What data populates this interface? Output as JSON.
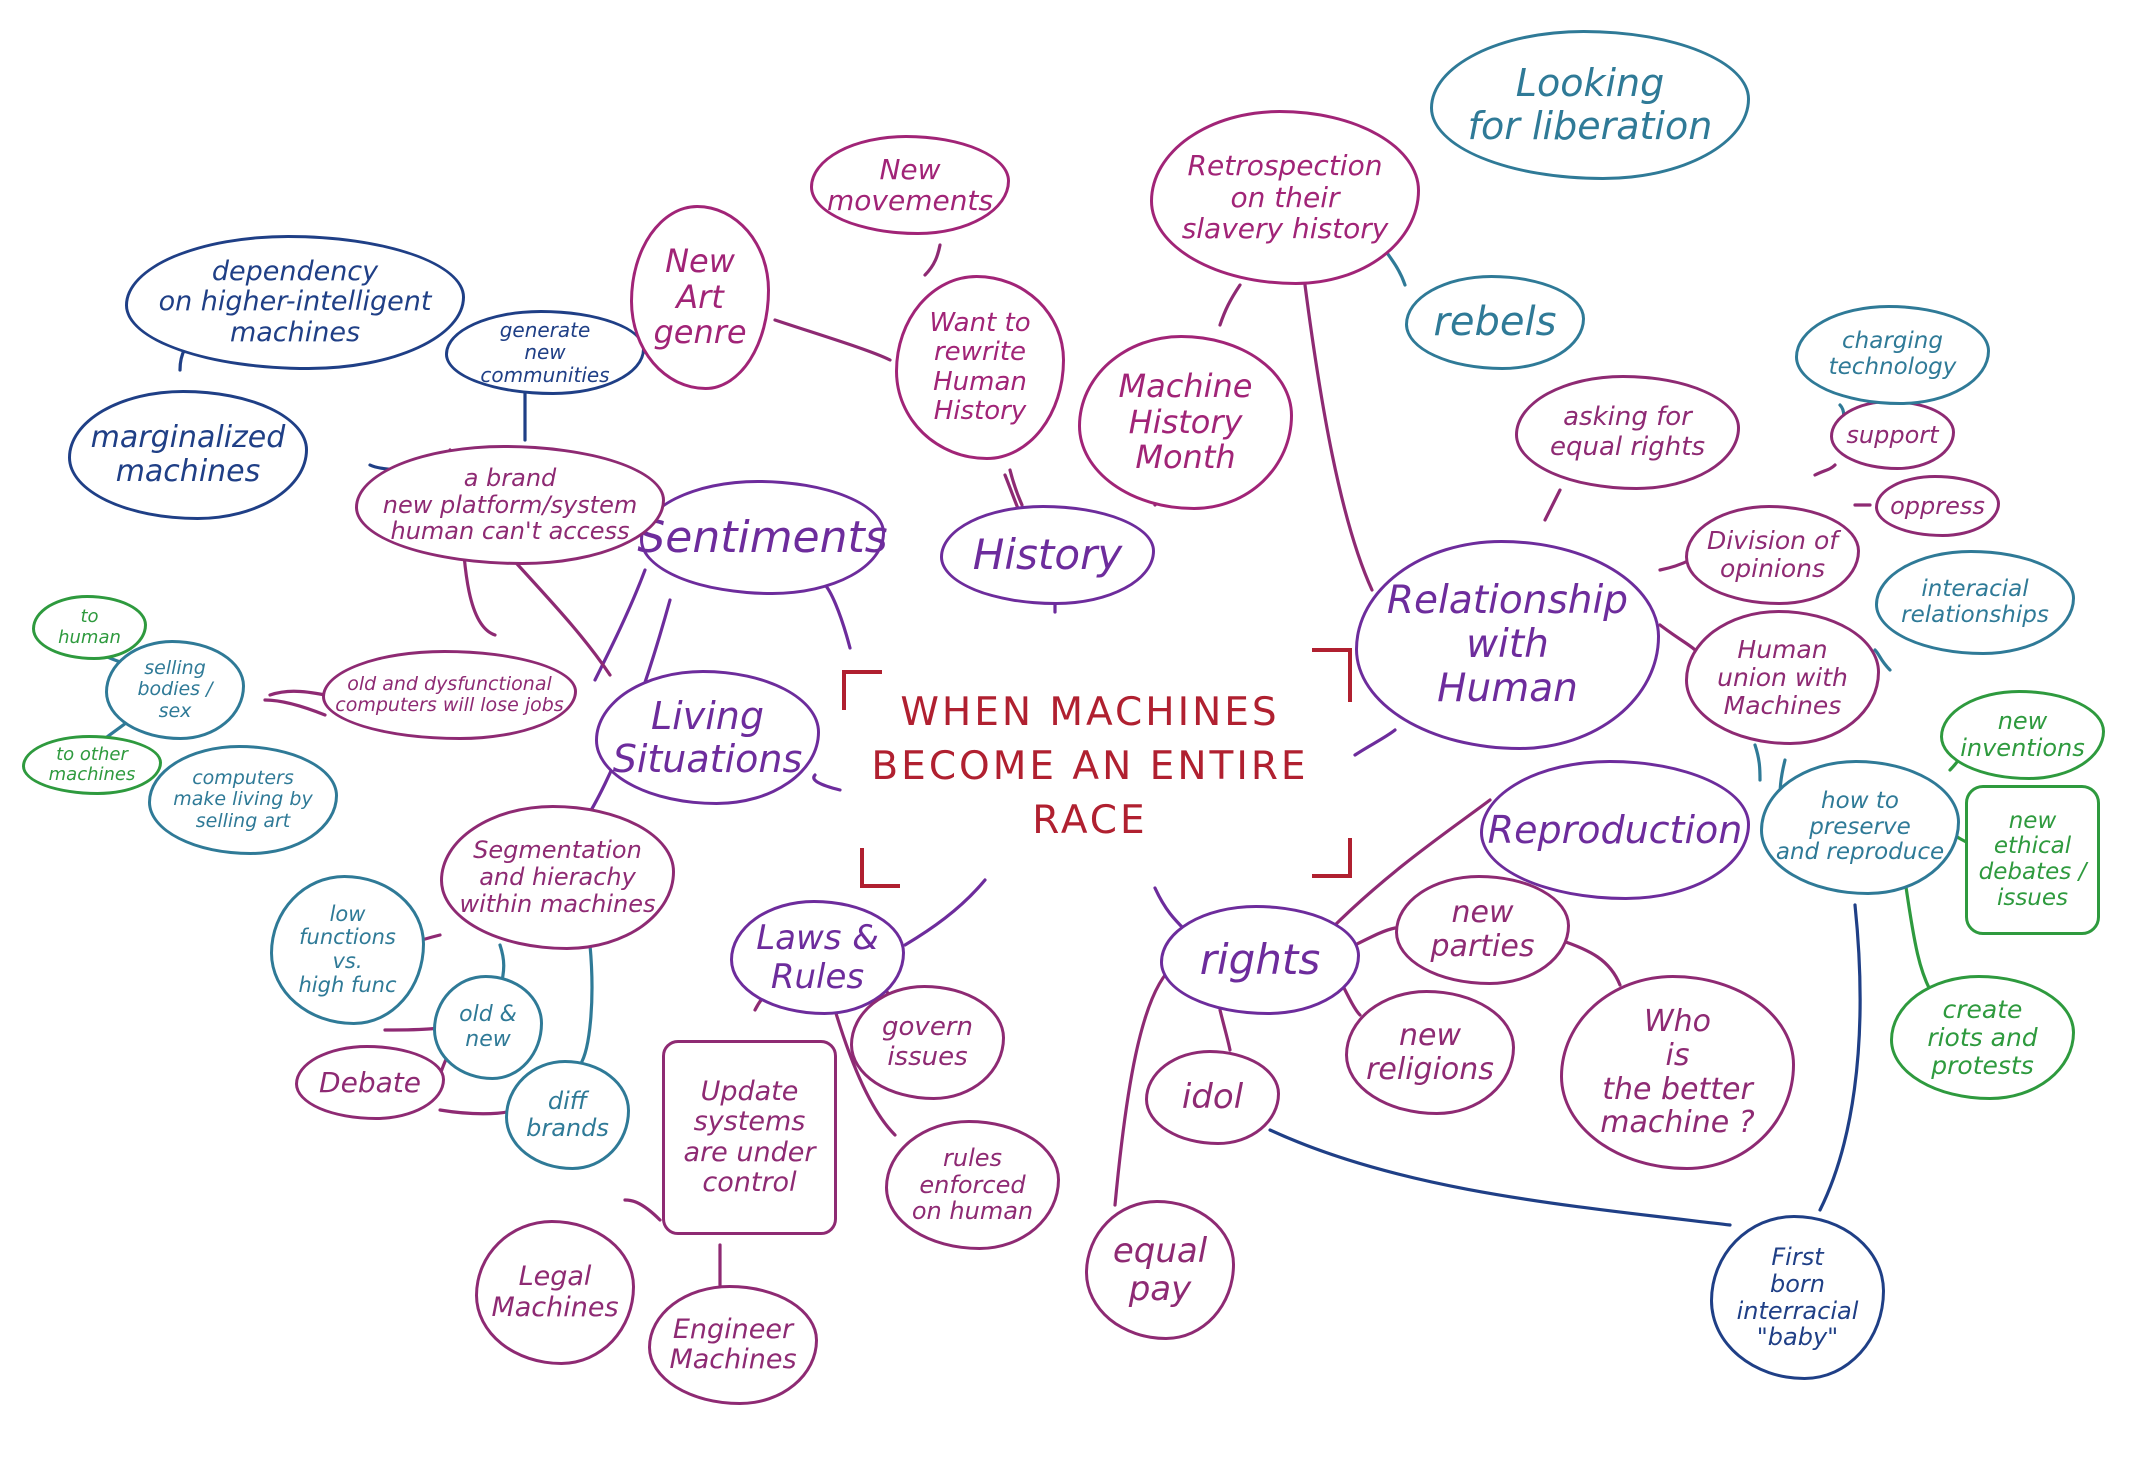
{
  "title": "WHEN MACHINES\nBECOME AN ENTIRE\nRACE",
  "colors": {
    "title": "#b02030",
    "navy": "#1f3f86",
    "teal": "#2f7a97",
    "green": "#2e9a3e",
    "purple": "#6d2c9c",
    "magenta": "#a12477",
    "plum": "#8e2a73"
  },
  "nodes": [
    {
      "id": "sentiments",
      "label": "Sentiments",
      "color": "purple"
    },
    {
      "id": "history",
      "label": "History",
      "color": "purple"
    },
    {
      "id": "living",
      "label": "Living\nSituations",
      "color": "purple"
    },
    {
      "id": "laws",
      "label": "Laws &\nRules",
      "color": "purple"
    },
    {
      "id": "rights",
      "label": "rights",
      "color": "purple"
    },
    {
      "id": "relationship",
      "label": "Relationship\nwith\nHuman",
      "color": "purple"
    },
    {
      "id": "reproduction",
      "label": "Reproduction",
      "color": "purple"
    },
    {
      "id": "dependency",
      "label": "dependency\non higher-intelligent\nmachines",
      "color": "navy"
    },
    {
      "id": "marginalized",
      "label": "marginalized\nmachines",
      "color": "navy"
    },
    {
      "id": "generate",
      "label": "generate\nnew communities",
      "color": "navy"
    },
    {
      "id": "platform",
      "label": "a brand\nnew platform/system\nhuman can't access",
      "color": "plum"
    },
    {
      "id": "newart",
      "label": "New\nArt\ngenre",
      "color": "magenta"
    },
    {
      "id": "newmovements",
      "label": "New\nmovements",
      "color": "magenta"
    },
    {
      "id": "rewrite",
      "label": "Want to\nrewrite\nHuman\nHistory",
      "color": "magenta"
    },
    {
      "id": "retrospection",
      "label": "Retrospection\non their\nslavery history",
      "color": "magenta"
    },
    {
      "id": "liberation",
      "label": "Looking\nfor liberation",
      "color": "teal"
    },
    {
      "id": "rebels",
      "label": "rebels",
      "color": "teal"
    },
    {
      "id": "mhm",
      "label": "Machine\nHistory\nMonth",
      "color": "magenta"
    },
    {
      "id": "tohuman",
      "label": "to\nhuman",
      "color": "green"
    },
    {
      "id": "toother",
      "label": "to other\nmachines",
      "color": "green"
    },
    {
      "id": "selling",
      "label": "selling\nbodies /\nsex",
      "color": "teal"
    },
    {
      "id": "art",
      "label": "computers\nmake living by\nselling art",
      "color": "teal"
    },
    {
      "id": "dysfunctional",
      "label": "old and dysfunctional\ncomputers will lose jobs",
      "color": "plum"
    },
    {
      "id": "segmentation",
      "label": "Segmentation\nand hierachy\nwithin machines",
      "color": "plum"
    },
    {
      "id": "lowhigh",
      "label": "low\nfunctions\nvs.\nhigh func",
      "color": "teal"
    },
    {
      "id": "oldnew",
      "label": "old &\nnew",
      "color": "teal"
    },
    {
      "id": "diffbrands",
      "label": "diff\nbrands",
      "color": "teal"
    },
    {
      "id": "debate",
      "label": "Debate",
      "color": "plum"
    },
    {
      "id": "update",
      "label": "Update\nsystems\nare under\ncontrol",
      "color": "plum"
    },
    {
      "id": "govern",
      "label": "govern\nissues",
      "color": "plum"
    },
    {
      "id": "enforced",
      "label": "rules\nenforced\non human",
      "color": "plum"
    },
    {
      "id": "legal",
      "label": "Legal\nMachines",
      "color": "plum"
    },
    {
      "id": "engineer",
      "label": "Engineer\nMachines",
      "color": "plum"
    },
    {
      "id": "idol",
      "label": "idol",
      "color": "plum"
    },
    {
      "id": "equalpay",
      "label": "equal\npay",
      "color": "plum"
    },
    {
      "id": "newparties",
      "label": "new\nparties",
      "color": "plum"
    },
    {
      "id": "newreligions",
      "label": "new\nreligions",
      "color": "plum"
    },
    {
      "id": "better",
      "label": "Who\nis\nthe better\nmachine ?",
      "color": "plum"
    },
    {
      "id": "equalrights",
      "label": "asking for\nequal rights",
      "color": "plum"
    },
    {
      "id": "division",
      "label": "Division of\nopinions",
      "color": "plum"
    },
    {
      "id": "support",
      "label": "support",
      "color": "plum"
    },
    {
      "id": "oppress",
      "label": "oppress",
      "color": "plum"
    },
    {
      "id": "charging",
      "label": "charging\ntechnology",
      "color": "teal"
    },
    {
      "id": "interracial",
      "label": "interacial\nrelationships",
      "color": "teal"
    },
    {
      "id": "union",
      "label": "Human\nunion with\nMachines",
      "color": "plum"
    },
    {
      "id": "preserve",
      "label": "how to\npreserve\nand reproduce",
      "color": "teal"
    },
    {
      "id": "inventions",
      "label": "new\ninventions",
      "color": "green"
    },
    {
      "id": "ethical",
      "label": "new\nethical\ndebates /\nissues",
      "color": "green"
    },
    {
      "id": "riots",
      "label": "create\nriots and\nprotests",
      "color": "green"
    },
    {
      "id": "firstborn",
      "label": "First\nborn\ninterracial\n\"baby\"",
      "color": "navy"
    }
  ]
}
